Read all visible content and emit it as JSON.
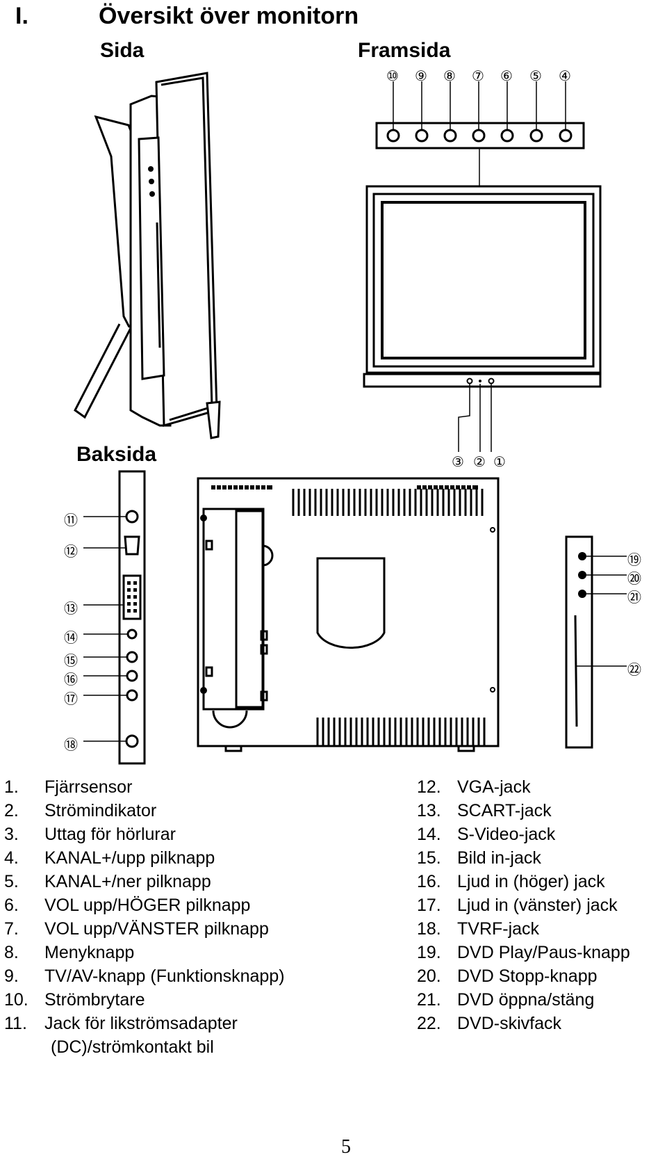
{
  "section": {
    "number": "I.",
    "title": "Översikt över monitorn"
  },
  "views": {
    "side": "Sida",
    "front": "Framsida",
    "back": "Baksida"
  },
  "callouts": {
    "front_top": [
      "⑩",
      "⑨",
      "⑧",
      "⑦",
      "⑥",
      "⑤",
      "④"
    ],
    "front_bottom": [
      "③",
      "②",
      "①"
    ],
    "back_left": [
      "⑪",
      "⑫",
      "⑬",
      "⑭",
      "⑮",
      "⑯",
      "⑰",
      "⑱"
    ],
    "back_right": [
      "⑲",
      "⑳",
      "㉑",
      "㉒"
    ]
  },
  "legend_left": [
    {
      "num": "1.",
      "text": "Fjärrsensor"
    },
    {
      "num": "2.",
      "text": "Strömindikator"
    },
    {
      "num": "3.",
      "text": "Uttag för hörlurar"
    },
    {
      "num": "4.",
      "text": "KANAL+/upp pilknapp"
    },
    {
      "num": "5.",
      "text": "KANAL+/ner pilknapp"
    },
    {
      "num": "6.",
      "text": "VOL upp/HÖGER pilknapp"
    },
    {
      "num": "7.",
      "text": "VOL upp/VÄNSTER pilknapp"
    },
    {
      "num": "8.",
      "text": "Menyknapp"
    },
    {
      "num": "9.",
      "text": "TV/AV-knapp (Funktionsknapp)"
    },
    {
      "num": "10.",
      "text": "Strömbrytare"
    },
    {
      "num": "11.",
      "text": "Jack för likströmsadapter"
    },
    {
      "num": "",
      "text": "(DC)/strömkontakt bil"
    }
  ],
  "legend_right": [
    {
      "num": "12.",
      "text": "VGA-jack"
    },
    {
      "num": "13.",
      "text": "SCART-jack"
    },
    {
      "num": "14.",
      "text": "S-Video-jack"
    },
    {
      "num": "15.",
      "text": "Bild in-jack"
    },
    {
      "num": "16.",
      "text": "Ljud in (höger) jack"
    },
    {
      "num": "17.",
      "text": "Ljud in (vänster) jack"
    },
    {
      "num": "18.",
      "text": "TVRF-jack"
    },
    {
      "num": "19.",
      "text": "DVD Play/Paus-knapp"
    },
    {
      "num": "20.",
      "text": "DVD Stopp-knapp"
    },
    {
      "num": "21.",
      "text": "DVD öppna/stäng"
    },
    {
      "num": "22.",
      "text": "DVD-skivfack"
    }
  ],
  "page_number": "5"
}
